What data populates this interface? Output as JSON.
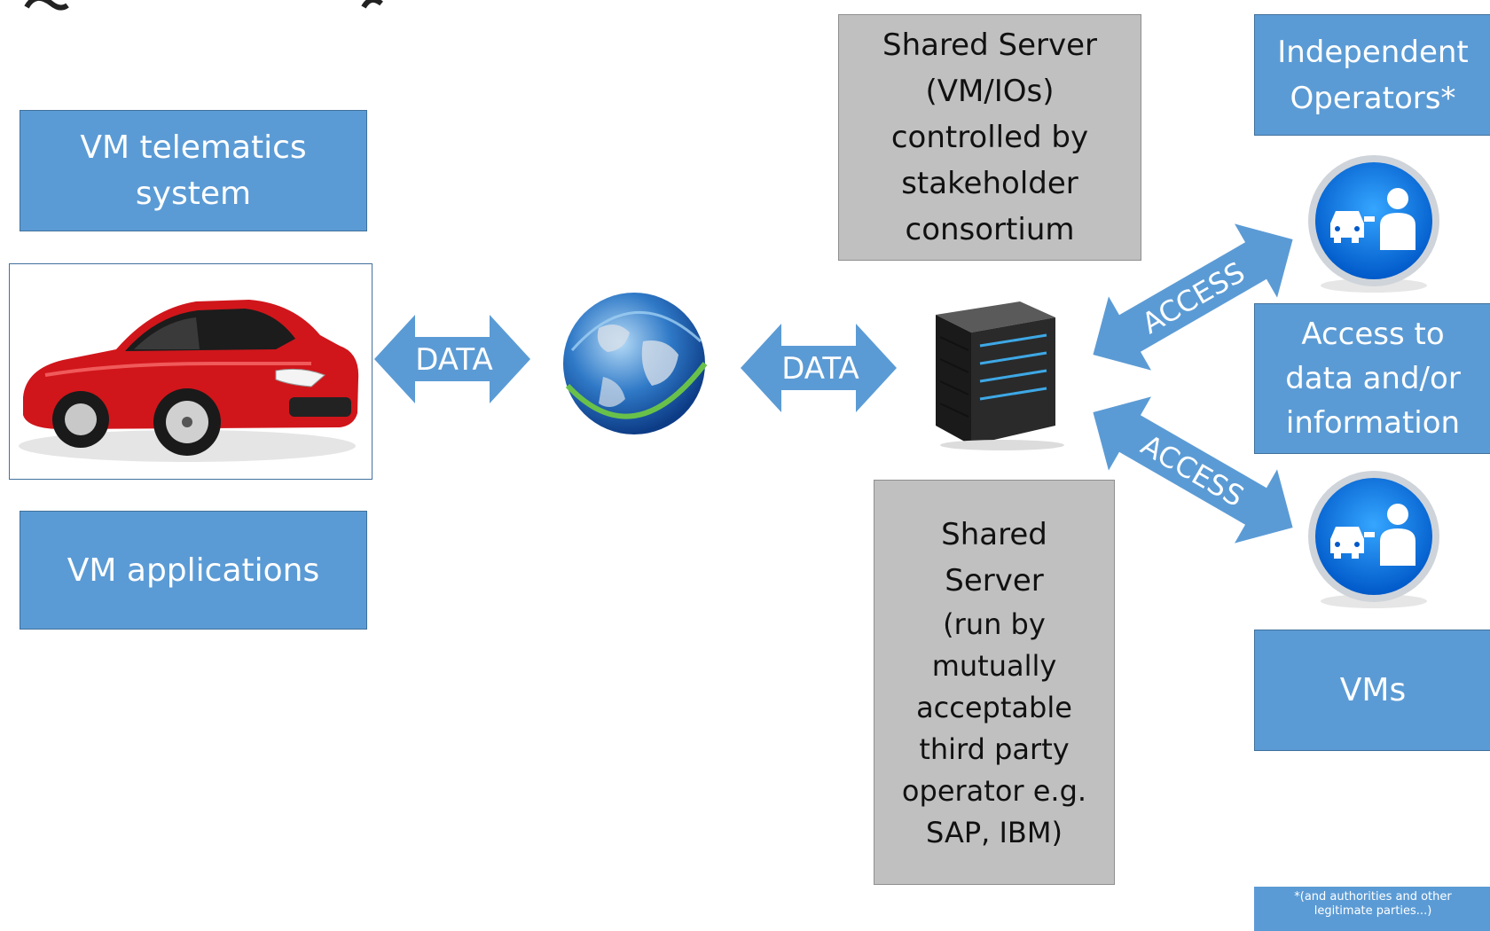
{
  "boxes": {
    "vm_telematics": "VM telematics\nsystem",
    "vm_applications": "VM applications",
    "shared_server_top": "Shared Server\n(VM/IOs)\ncontrolled by\nstakeholder\nconsortium",
    "shared_server_bottom_title": "Shared\nServer",
    "shared_server_bottom_body": "(run by\nmutually\nacceptable\nthird party\noperator  e.g.\nSAP, IBM)",
    "independent_operators": "Independent\nOperators*",
    "access_to_data": "Access to\ndata and/or\ninformation",
    "vms": "VMs"
  },
  "arrows": {
    "data_left": "DATA",
    "data_right": "DATA",
    "access_top": "ACCESS",
    "access_bottom": "ACCESS"
  },
  "footnote": "*(and authorities and other\nlegitimate parties...)",
  "colors": {
    "box_blue": "#5b9bd5",
    "arrow_blue": "#5b9bd5",
    "box_gray": "#c0c0c0",
    "car_red": "#d0161b"
  },
  "icons": [
    "car-image",
    "globe-icon",
    "server-icon",
    "mechanic-car-icon",
    "mechanic-car-icon"
  ]
}
